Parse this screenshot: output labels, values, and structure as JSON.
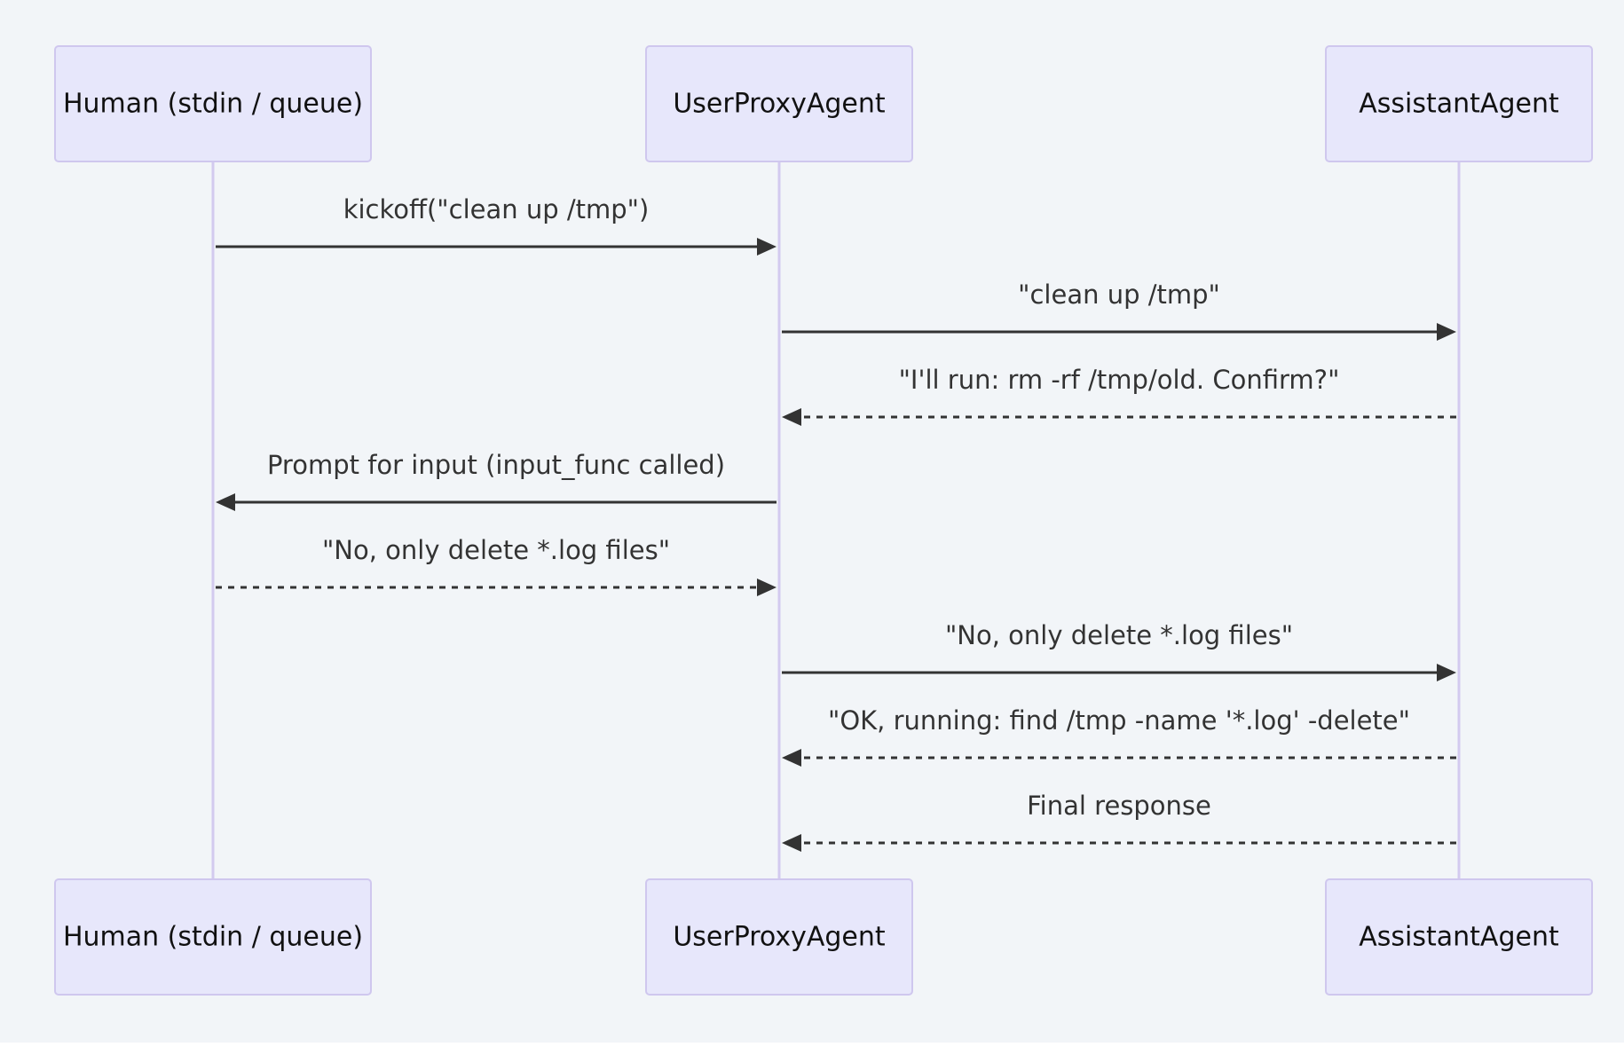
{
  "diagram": {
    "type": "sequence",
    "background": "#f2f5f8",
    "colors": {
      "actor_fill": "#e7e7fb",
      "actor_border": "#cfc7ee",
      "lifeline": "#d3caef",
      "message": "#333333"
    },
    "participants": [
      {
        "id": "human",
        "label": "Human (stdin / queue)"
      },
      {
        "id": "proxy",
        "label": "UserProxyAgent"
      },
      {
        "id": "assistant",
        "label": "AssistantAgent"
      }
    ],
    "messages": [
      {
        "from": "human",
        "to": "proxy",
        "label": "kickoff(\"clean up /tmp\")",
        "style": "solid"
      },
      {
        "from": "proxy",
        "to": "assistant",
        "label": "\"clean up /tmp\"",
        "style": "solid"
      },
      {
        "from": "assistant",
        "to": "proxy",
        "label": "\"I'll run: rm -rf /tmp/old. Confirm?\"",
        "style": "dashed"
      },
      {
        "from": "proxy",
        "to": "human",
        "label": "Prompt for input (input_func called)",
        "style": "solid"
      },
      {
        "from": "human",
        "to": "proxy",
        "label": "\"No, only delete *.log files\"",
        "style": "dashed"
      },
      {
        "from": "proxy",
        "to": "assistant",
        "label": "\"No, only delete *.log files\"",
        "style": "solid"
      },
      {
        "from": "assistant",
        "to": "proxy",
        "label": "\"OK, running: find /tmp -name '*.log' -delete\"",
        "style": "dashed"
      },
      {
        "from": "assistant",
        "to": "proxy",
        "label": "Final response",
        "style": "dashed"
      }
    ]
  }
}
